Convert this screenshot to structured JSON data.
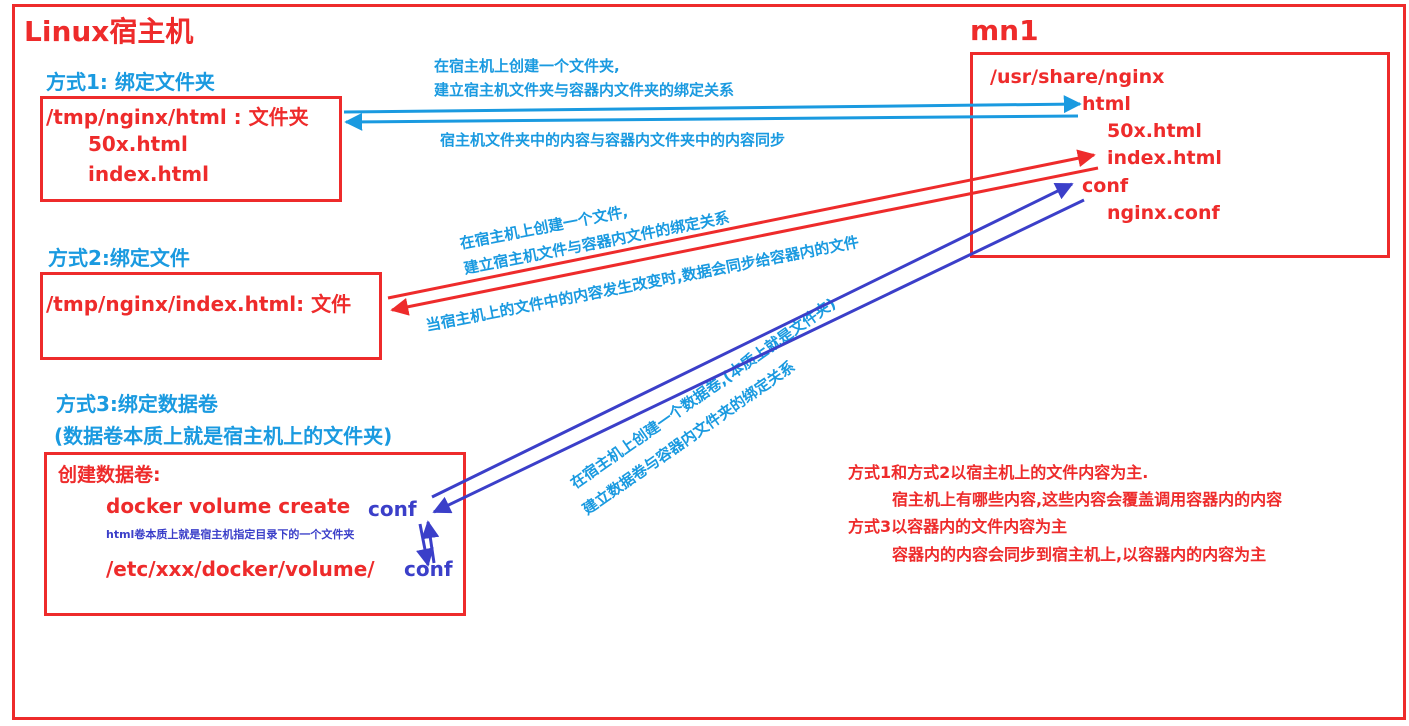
{
  "host_title": "Linux宿主机",
  "container_title": "mn1",
  "method1": {
    "title": "方式1: 绑定文件夹",
    "path": "/tmp/nginx/html : 文件夹",
    "files": [
      "50x.html",
      "index.html"
    ],
    "arrow_text_line1": "在宿主机上创建一个文件夹,",
    "arrow_text_line2": "建立宿主机文件夹与容器内文件夹的绑定关系",
    "arrow_text_line3": "宿主机文件夹中的内容与容器内文件夹中的内容同步"
  },
  "method2": {
    "title": "方式2:绑定文件",
    "path": "/tmp/nginx/index.html: 文件",
    "arrow_text_line1": "在宿主机上创建一个文件,",
    "arrow_text_line2": "建立宿主机文件与容器内文件的绑定关系",
    "arrow_text_line3": "当宿主机上的文件中的内容发生改变时,数据会同步给容器内的文件"
  },
  "method3": {
    "title": "方式3:绑定数据卷",
    "subtitle": "(数据卷本质上就是宿主机上的文件夹)",
    "box_title": "创建数据卷:",
    "command": "docker volume create",
    "volume_name": "conf",
    "note": "html卷本质上就是宿主机指定目录下的一个文件夹",
    "volume_path": "/etc/xxx/docker/volume/",
    "volume_path_name": "conf",
    "arrow_text_line1": "在宿主机上创建一个数据卷,(本质上就是文件夹)",
    "arrow_text_line2": "建立数据卷与容器内文件夹的绑定关系"
  },
  "container_tree": {
    "root": "/usr/share/nginx",
    "html": "html",
    "html_files": [
      "50x.html",
      "index.html"
    ],
    "conf": "conf",
    "conf_files": [
      "nginx.conf"
    ]
  },
  "summary": {
    "line1": "方式1和方式2以宿主机上的文件内容为主.",
    "line2": "宿主机上有哪些内容,这些内容会覆盖调用容器内的内容",
    "line3": "方式3以容器内的文件内容为主",
    "line4": "容器内的内容会同步到宿主机上,以容器内的内容为主"
  },
  "colors": {
    "red": "#ee2b2b",
    "blue": "#1a9ae0",
    "purple": "#3b3fc9"
  }
}
